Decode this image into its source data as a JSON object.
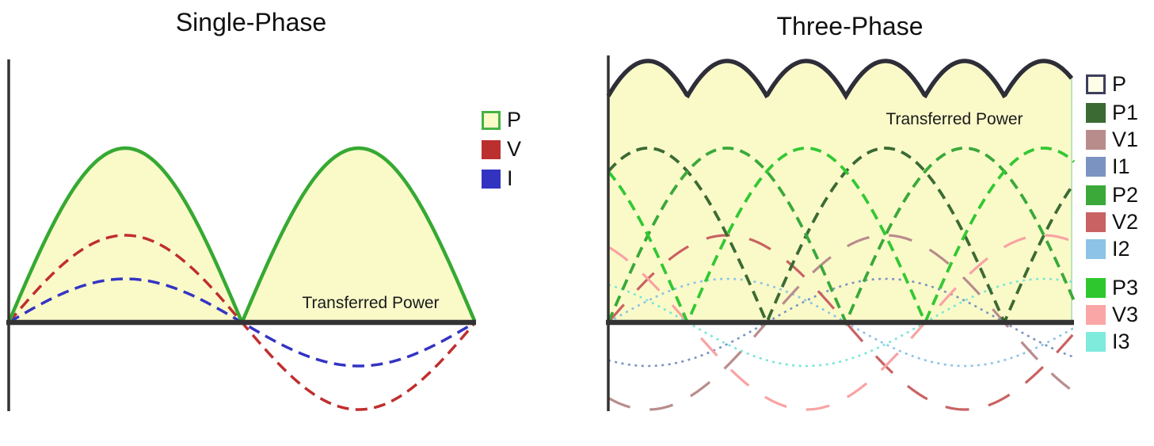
{
  "figure": {
    "background": "#FFFFFF",
    "axis_color": "#333333"
  },
  "chart_data": [
    {
      "id": "single-phase",
      "type": "line",
      "title": "Single-Phase",
      "annotation": "Transferred Power",
      "legend_position": "right",
      "x_axis": {
        "label": "",
        "tick_labels": [],
        "cycles_shown": 1.0
      },
      "y_axis": {
        "label": "",
        "tick_labels": []
      },
      "grid": false,
      "unit_scale": {
        "voltage_amplitude": 1.0,
        "current_amplitude": 0.5,
        "power_peak": 2.0
      },
      "fill_region": {
        "label": "Transferred Power",
        "fill": "#FAFAC9",
        "under_series": "P"
      },
      "series": [
        {
          "name": "P",
          "role": "power",
          "line": "solid",
          "color": "#36A932",
          "amplitude": 2.0,
          "phase_deg": 0,
          "shape": "rectified |sin| humps, two per voltage cycle, always positive"
        },
        {
          "name": "V",
          "role": "voltage",
          "line": "dashed",
          "color": "#C02E2E",
          "amplitude": 1.0,
          "phase_deg": 0,
          "shape": "sine, positive first half-cycle, negative second"
        },
        {
          "name": "I",
          "role": "current",
          "line": "dashed",
          "color": "#3434C4",
          "amplitude": 0.5,
          "phase_deg": 0,
          "shape": "sine in phase with voltage"
        }
      ],
      "legend": [
        {
          "label": "P",
          "fill": "#FAFAC9",
          "border": "#44B244"
        },
        {
          "label": "V",
          "fill": "#BB2F2F"
        },
        {
          "label": "I",
          "fill": "#3333C2"
        }
      ]
    },
    {
      "id": "three-phase",
      "type": "line",
      "title": "Three-Phase",
      "annotation": "Transferred Power",
      "legend_position": "right",
      "x_axis": {
        "label": "",
        "tick_labels": [],
        "cycles_shown": 0.98
      },
      "y_axis": {
        "label": "",
        "tick_labels": []
      },
      "grid": false,
      "unit_scale": {
        "voltage_amplitude": 1.0,
        "current_amplitude": 0.5,
        "phase_power_peak": 2.0,
        "total_power_peak": 3.0,
        "total_power_ripple_min": 2.6
      },
      "fill_region": {
        "label": "Transferred Power",
        "fill": "#FAFAC9",
        "edge": "#BCE2BB",
        "under_series": "P"
      },
      "series": [
        {
          "name": "P",
          "role": "total-power",
          "line": "solid",
          "color": "#2E2E38",
          "amplitude": 3.0,
          "shape": "scalloped envelope of the three phase powers, six peaks shown, never near zero"
        },
        {
          "name": "P1",
          "role": "power",
          "line": "dashed",
          "color": "#3B6B33",
          "amplitude": 2.0,
          "phase_deg": 240
        },
        {
          "name": "V1",
          "role": "voltage",
          "line": "long-dash",
          "color": "#B98C8C",
          "amplitude": 1.0,
          "phase_deg": 240
        },
        {
          "name": "I1",
          "role": "current",
          "line": "dotted",
          "color": "#7B93C1",
          "amplitude": 0.5,
          "phase_deg": 240
        },
        {
          "name": "P2",
          "role": "power",
          "line": "dashed",
          "color": "#3AA93A",
          "amplitude": 2.0,
          "phase_deg": 0
        },
        {
          "name": "V2",
          "role": "voltage",
          "line": "long-dash",
          "color": "#C96262",
          "amplitude": 1.0,
          "phase_deg": 0
        },
        {
          "name": "I2",
          "role": "current",
          "line": "dotted",
          "color": "#8CC3E6",
          "amplitude": 0.5,
          "phase_deg": 0
        },
        {
          "name": "P3",
          "role": "power",
          "line": "dashed",
          "color": "#33C833",
          "amplitude": 2.0,
          "phase_deg": 120
        },
        {
          "name": "V3",
          "role": "voltage",
          "line": "long-dash",
          "color": "#F8A3A3",
          "amplitude": 1.0,
          "phase_deg": 120
        },
        {
          "name": "I3",
          "role": "current",
          "line": "dotted",
          "color": "#79E6D5",
          "amplitude": 0.5,
          "phase_deg": 120
        }
      ],
      "legend": [
        {
          "label": "P",
          "fill": "#FDFDE8",
          "border": "#3E3E5C"
        },
        {
          "label": "P1",
          "fill": "#3B6B33"
        },
        {
          "label": "V1",
          "fill": "#B98C8C"
        },
        {
          "label": "I1",
          "fill": "#7B93C1"
        },
        {
          "label": "P2",
          "fill": "#3AA93A"
        },
        {
          "label": "V2",
          "fill": "#C96262"
        },
        {
          "label": "I2",
          "fill": "#8CC3E6"
        },
        {
          "label": "P3",
          "fill": "#2EC82E"
        },
        {
          "label": "V3",
          "fill": "#FBA6A6"
        },
        {
          "label": "I3",
          "fill": "#7FEBDD"
        }
      ]
    }
  ]
}
